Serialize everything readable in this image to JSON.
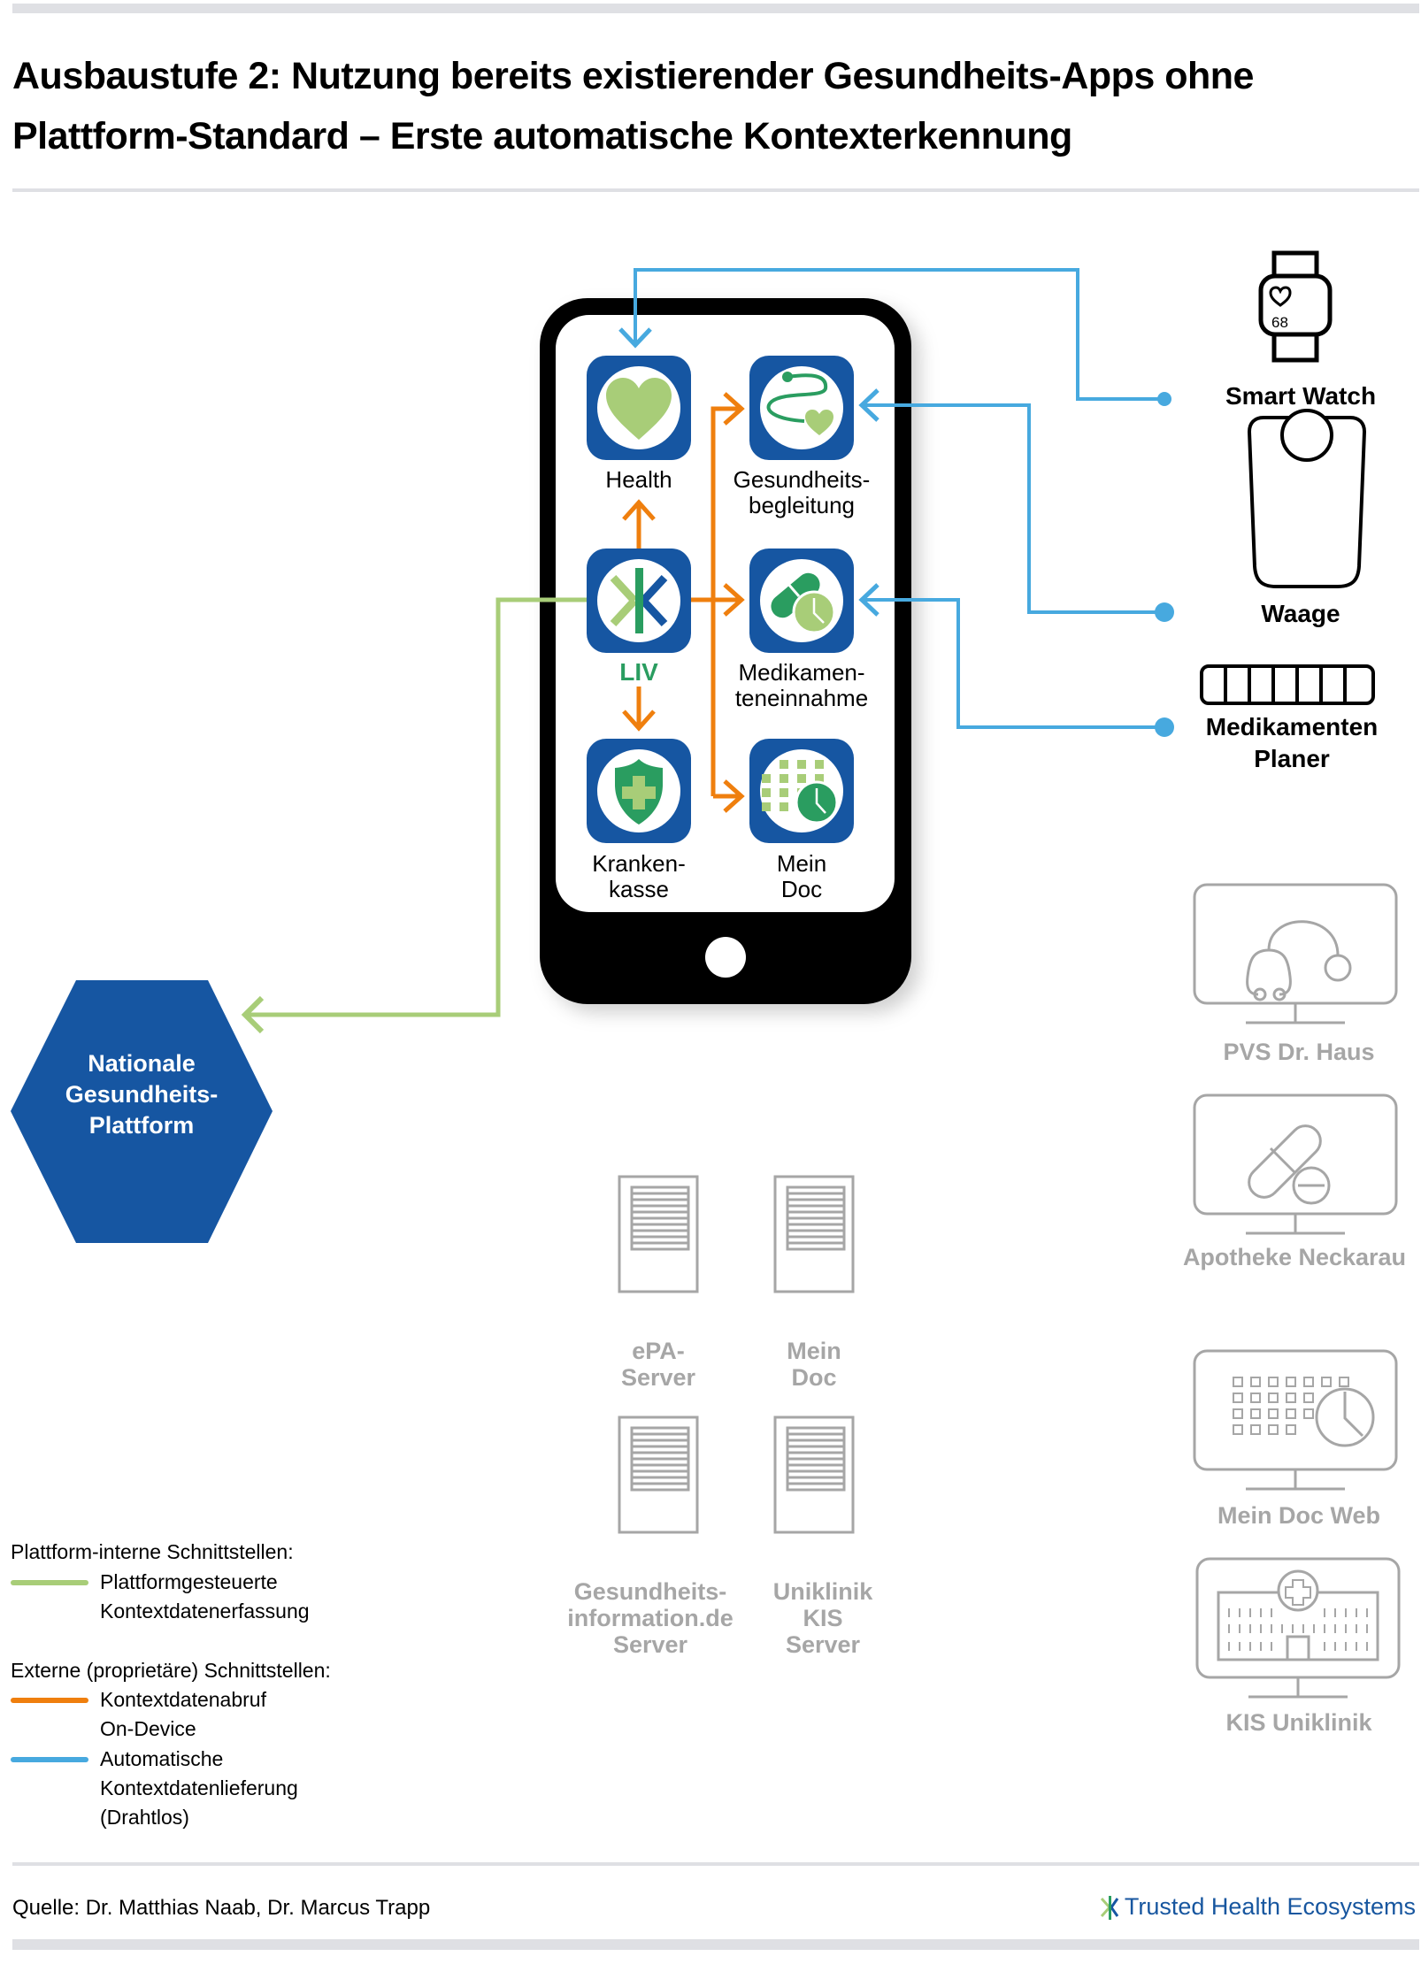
{
  "title": "Ausbaustufe 2: Nutzung bereits existierender Gesundheits-Apps ohne Plattform-Standard – Erste automatische Kontexterkennung",
  "colors": {
    "app_blue": "#1656a2",
    "green_light": "#a8cd78",
    "green_dark": "#2a9d60",
    "orange": "#ef7f0e",
    "blue_line": "#47a9df",
    "gray": "#a6a6a6",
    "bar_gray": "#dfe0e4"
  },
  "phone": {
    "apps": [
      {
        "id": "health",
        "label_lines": [
          "Health"
        ],
        "icon": "heart-icon"
      },
      {
        "id": "gesundheitsbegleitung",
        "label_lines": [
          "Gesundheits-",
          "begleitung"
        ],
        "icon": "stethoscope-heart-icon"
      },
      {
        "id": "liv",
        "label_lines": [
          "LIV"
        ],
        "icon": "liv-logo-icon"
      },
      {
        "id": "medikamenteneinnahme",
        "label_lines": [
          "Medikamen-",
          "teneinnahme"
        ],
        "icon": "pill-clock-icon"
      },
      {
        "id": "krankenkasse",
        "label_lines": [
          "Kranken-",
          "kasse"
        ],
        "icon": "shield-cross-icon"
      },
      {
        "id": "mein-doc",
        "label_lines": [
          "Mein",
          "Doc"
        ],
        "icon": "calendar-clock-icon"
      }
    ]
  },
  "devices": [
    {
      "id": "smart-watch",
      "label_lines": [
        "Smart Watch"
      ],
      "watch_value": "68"
    },
    {
      "id": "waage",
      "label_lines": [
        "Waage"
      ]
    },
    {
      "id": "medikamenten-planer",
      "label_lines": [
        "Medikamenten",
        "Planer"
      ]
    }
  ],
  "platform": {
    "label_lines": [
      "Nationale",
      "Gesundheits-",
      "Plattform"
    ]
  },
  "servers": [
    {
      "id": "epa-server",
      "label_lines": [
        "ePA-",
        "Server"
      ]
    },
    {
      "id": "mein-doc-server",
      "label_lines": [
        "Mein",
        "Doc"
      ]
    },
    {
      "id": "gesundheitsinformation-server",
      "label_lines": [
        "Gesundheits-",
        "information.de",
        "Server"
      ]
    },
    {
      "id": "uniklinik-kis-server",
      "label_lines": [
        "Uniklinik",
        "KIS",
        "Server"
      ]
    }
  ],
  "systems": [
    {
      "id": "pvs-dr-haus",
      "label": "PVS Dr. Haus",
      "icon": "stethoscope-monitor-icon"
    },
    {
      "id": "apotheke-neckarau",
      "label": "Apotheke Neckarau",
      "icon": "pill-monitor-icon"
    },
    {
      "id": "mein-doc-web",
      "label": "Mein Doc Web",
      "icon": "calendar-monitor-icon"
    },
    {
      "id": "kis-uniklinik",
      "label": "KIS Uniklinik",
      "icon": "hospital-monitor-icon"
    }
  ],
  "legend": {
    "group1_title": "Plattform-interne Schnittstellen:",
    "group1_items": [
      {
        "color": "#a8cd78",
        "lines": [
          "Plattformgesteuerte",
          "Kontextdatenerfassung"
        ]
      }
    ],
    "group2_title": "Externe (proprietäre) Schnittstellen:",
    "group2_items": [
      {
        "color": "#ef7f0e",
        "lines": [
          "Kontextdatenabruf",
          "On-Device"
        ]
      },
      {
        "color": "#47a9df",
        "lines": [
          "Automatische",
          "Kontextdatenlieferung",
          "(Drahtlos)"
        ]
      }
    ]
  },
  "footer": {
    "source": "Quelle: Dr. Matthias Naab, Dr. Marcus Trapp",
    "brand": "Trusted Health Ecosystems"
  }
}
